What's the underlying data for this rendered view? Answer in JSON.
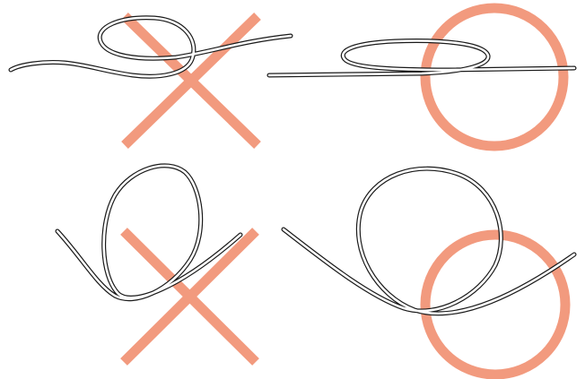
{
  "colors": {
    "background": "#ffffff",
    "marker": "#f29a7e",
    "wire_outline": "#1a1a1a",
    "wire_fill": "#ffffff"
  },
  "panels": [
    {
      "id": "top-left",
      "marker": "cross-icon",
      "verdict": "incorrect"
    },
    {
      "id": "top-right",
      "marker": "circle-icon",
      "verdict": "correct"
    },
    {
      "id": "bottom-left",
      "marker": "cross-icon",
      "verdict": "incorrect"
    },
    {
      "id": "bottom-right",
      "marker": "circle-icon",
      "verdict": "correct"
    }
  ]
}
